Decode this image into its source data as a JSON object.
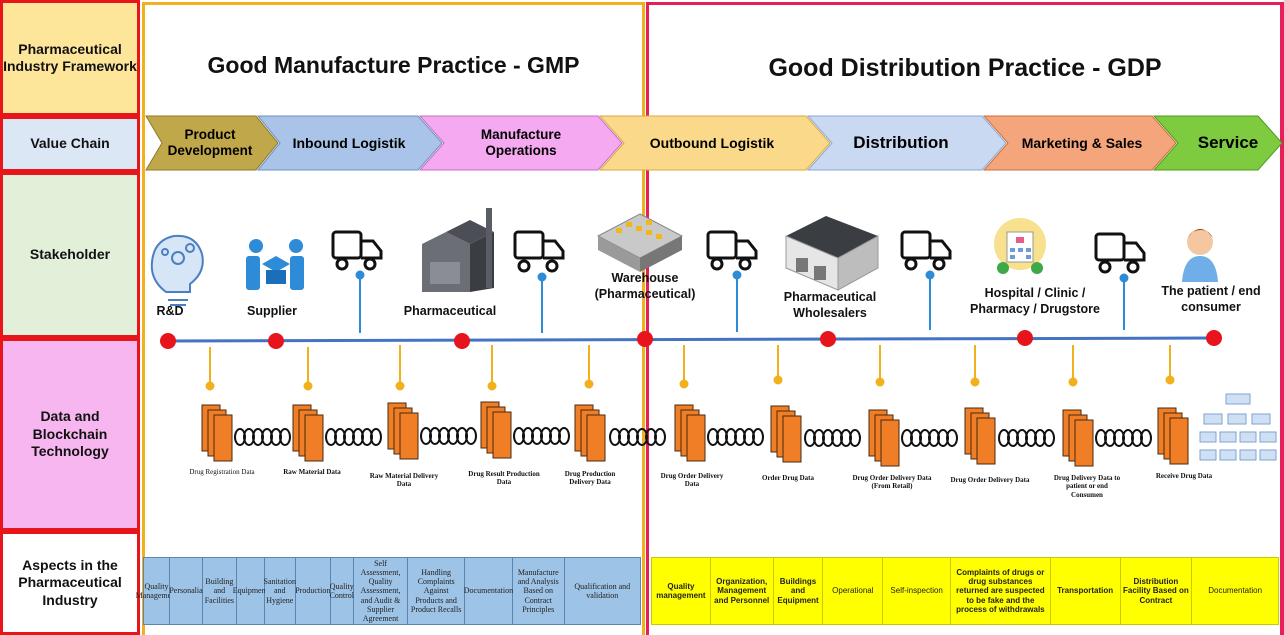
{
  "row_labels": {
    "framework": "Pharmaceutical Industry Framework",
    "value_chain": "Value Chain",
    "stakeholder": "Stakeholder",
    "data": "Data and Blockchain Technology",
    "aspects": "Aspects in the Pharmaceutical Industry"
  },
  "headers": {
    "gmp": "Good Manufacture Practice - GMP",
    "gdp": "Good Distribution Practice - GDP"
  },
  "value_chain": [
    {
      "label": "Product Development",
      "color": "#c0a84a"
    },
    {
      "label": "Inbound Logistik",
      "color": "#a9c4e8"
    },
    {
      "label": "Manufacture Operations",
      "color": "#f4a9f0"
    },
    {
      "label": "Outbound Logistik",
      "color": "#fbd98a"
    },
    {
      "label": "Distribution",
      "color": "#c9d9f2"
    },
    {
      "label": "Marketing & Sales",
      "color": "#f4a57c"
    },
    {
      "label": "Service",
      "color": "#7ecb3f"
    }
  ],
  "stakeholders": {
    "rnd": "R&D",
    "supplier": "Supplier",
    "pharmaceutical": "Pharmaceutical",
    "warehouse": "Warehouse (Pharmaceutical)",
    "wholesalers": "Pharmaceutical Wholesalers",
    "hospital": "Hospital / Clinic / Pharmacy / Drugstore",
    "patient": "The patient / end consumer"
  },
  "data_labels": [
    "Drug Registration Data",
    "Raw Material Data",
    "Raw Material Delivery Data",
    "Drug Result Production Data",
    "Drug Production Delivery Data",
    "Drug Order Delivery Data",
    "Order Drug Data",
    "Drug Order Delivery Data (From Retail)",
    "Drug Order Delivery Data",
    "Drug Delivery Data to patient or end Consumen",
    "Receive Drug Data"
  ],
  "gmp_aspects": [
    "Quality Management",
    "Personalia",
    "Building and Facilities",
    "Equipment",
    "Sanitation and Hygiene",
    "Production",
    "Quality Control",
    "Self Assessment, Quality Assessment, and Audit & Supplier Agreement",
    "Handling Complaints Against Products and Product Recalls",
    "Documentation",
    "Manufacture and Analysis Based on Contract Principles",
    "Qualification and validation"
  ],
  "gdp_aspects": [
    "Quality management",
    "Organization, Management and Personnel",
    "Buildings and Equipment",
    "Operational",
    "Self-inspection",
    "Complaints of drugs or drug substances returned are suspected to be fake and the process of withdrawals",
    "Transportation",
    "Distribution Facility Based on Contract",
    "Documentation"
  ],
  "colors": {
    "red": "#e8151b",
    "gold": "#f2b11c",
    "crimson": "#e61e5a",
    "chain_line": "#4472c4",
    "node_red": "#e8141b",
    "block": "#f07e26",
    "icon_blue": "#2e8bd8"
  }
}
